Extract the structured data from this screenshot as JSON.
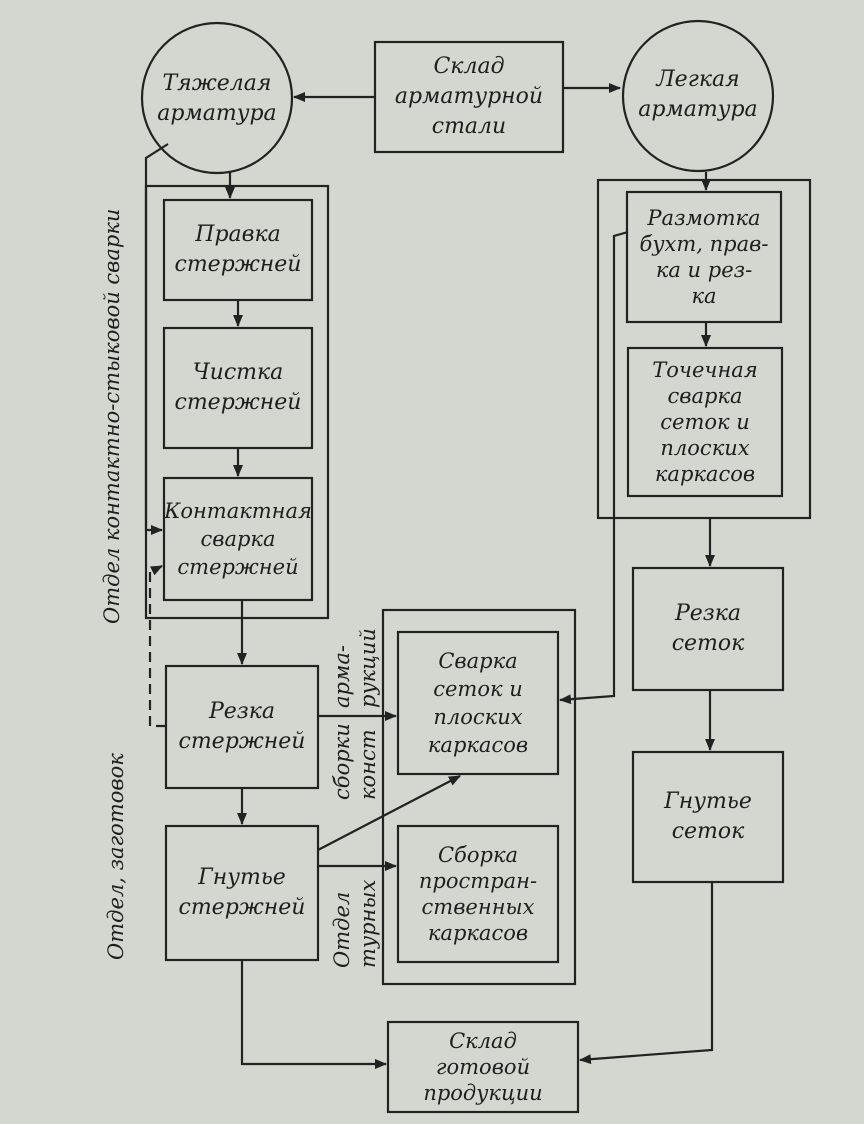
{
  "nodes": {
    "heavy": "Тяжелая\nарматура",
    "warehouse_steel": "Склад\nарматурной\nстали",
    "light": "Легкая\nарматура",
    "straighten": "Правка\nстержней",
    "clean": "Чистка\nстержней",
    "contact_weld": "Контактная\nсварка\nстержней",
    "unwind": "Размотка\nбухт, прав-\nка и рез-\nка",
    "spot_weld": "Точечная\nсварка\nсеток и\nплоских\nкаркасов",
    "cut_mesh": "Резка\nсеток",
    "cut_rods": "Резка\nстержней",
    "weld_mesh": "Сварка\nсеток и\nплоских\nкаркасов",
    "bend_rods": "Гнутье\nстержней",
    "assembly": "Сборка\nпростран-\nственных\nкаркасов",
    "bend_mesh": "Гнутье\nсеток",
    "warehouse_finished": "Склад\nготовой\nпродукции"
  },
  "departments": {
    "butt_welding": "Отдел контактно-стыковой сварки",
    "blanks": "Отдел, заготовок",
    "assembly_col1": "Отдел",
    "assembly_col2": "сборки",
    "assembly_col3": "арма-",
    "assembly_col1b": "турных",
    "assembly_col2b": "конст",
    "assembly_col3b": "рукций"
  }
}
